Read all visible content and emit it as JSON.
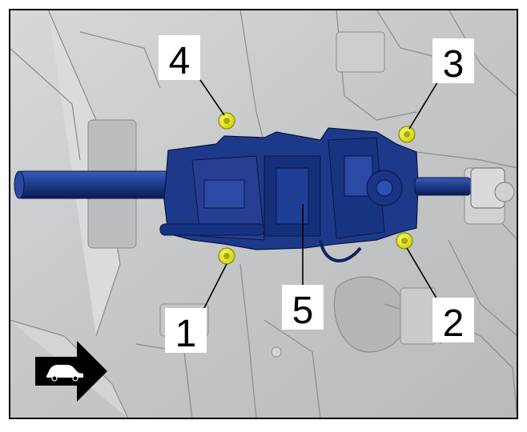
{
  "callouts": [
    {
      "id": "1",
      "label": "1"
    },
    {
      "id": "2",
      "label": "2"
    },
    {
      "id": "3",
      "label": "3"
    },
    {
      "id": "4",
      "label": "4"
    },
    {
      "id": "5",
      "label": "5"
    }
  ],
  "icons": {
    "direction_arrow": "car-direction-arrow-icon",
    "fastener": "nut-icon"
  },
  "colors": {
    "column": "#1d3a8a",
    "column_dark": "#0f2260",
    "nut": "#e9ee1e",
    "background": "#c9cbcd",
    "frame": "#000000"
  }
}
